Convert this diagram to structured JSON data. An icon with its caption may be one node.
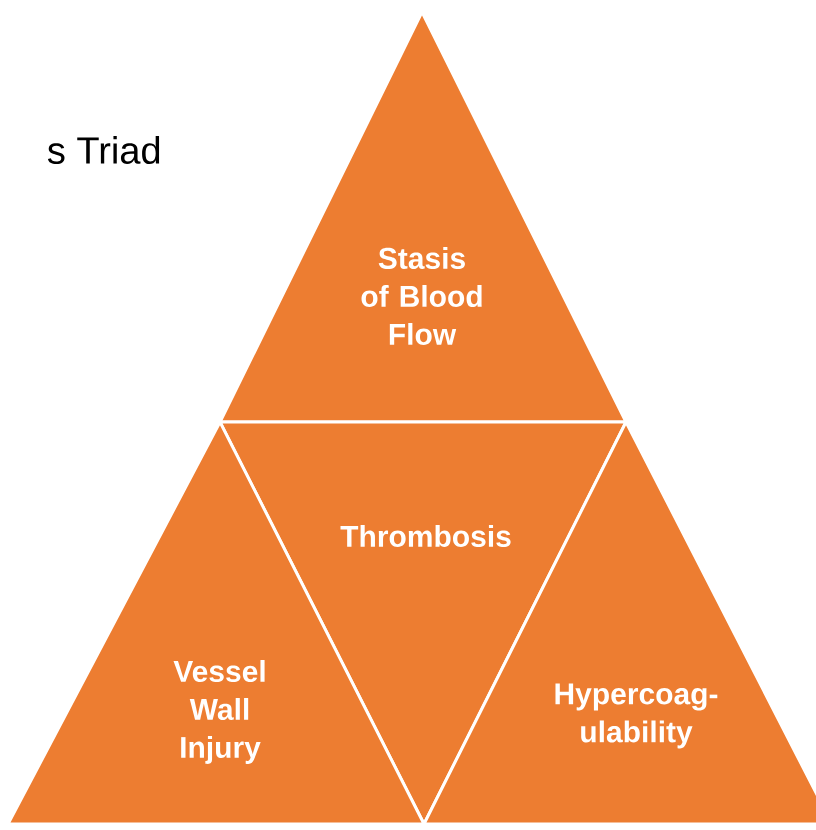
{
  "diagram": {
    "title": "s Triad",
    "nodes": [
      {
        "text": [
          "Stasis of Blood Flow"
        ]
      },
      {
        "text": [
          "Thrombosis"
        ]
      },
      {
        "text": [
          "Vessel Wall Injury"
        ]
      },
      {
        "text": [
          "Hypercoag-ulability"
        ]
      }
    ]
  }
}
